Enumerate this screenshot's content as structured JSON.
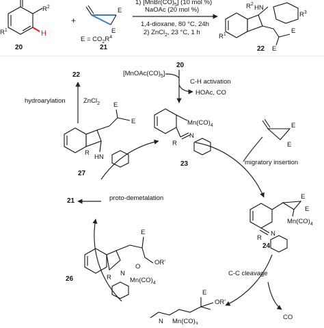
{
  "reaction": {
    "compound_20": "20",
    "compound_21": "21",
    "compound_22": "22",
    "r2": "R",
    "r2_sup": "2",
    "r1": "R",
    "r1_sup": "1",
    "plus": "+",
    "e_def": "E = CO",
    "e_def_sub": "2",
    "e_def_r": "R",
    "e_def_sup": "4",
    "e": "E",
    "cond1": "1) [MnBr(CO)",
    "cond1_sub": "5",
    "cond1_tail": "] (10 mol %)",
    "cond2": "NaOAc (20 mol %)",
    "cond3": "1,4-dioxane, 80 °C, 24h",
    "cond4": "2) ZnCl",
    "cond4_sub": "2",
    "cond4_tail": ", 23 °C, 1 h",
    "hn": "HN",
    "r3": "R",
    "r3_sup": "3"
  },
  "cycle": {
    "top_20": "20",
    "catalyst": "[MnOAc(CO)",
    "catalyst_sub": "5",
    "catalyst_tail": "]",
    "ch_activation": "C-H activation",
    "byproduct1": "HOAc, CO",
    "compound_23": "23",
    "mn_co4": "Mn(CO)",
    "mn_co4_sub": "4",
    "r": "R",
    "n": "N",
    "e": "E",
    "migratory_insertion": "migratory insertion",
    "compound_24": "24",
    "cc_cleavage": "C-C cleavage",
    "co": "CO",
    "mn_co3": "Mn(CO)",
    "mn_co3_sub": "3",
    "compound_26": "26",
    "or": "OR'",
    "o": "O",
    "proto_demetalation": "proto-demetalation",
    "compound_21": "21",
    "compound_27": "27",
    "hn": "HN",
    "compound_22": "22",
    "hydroarylation": "hydroarylation",
    "zncl2": "ZnCl",
    "zncl2_sub": "2"
  }
}
